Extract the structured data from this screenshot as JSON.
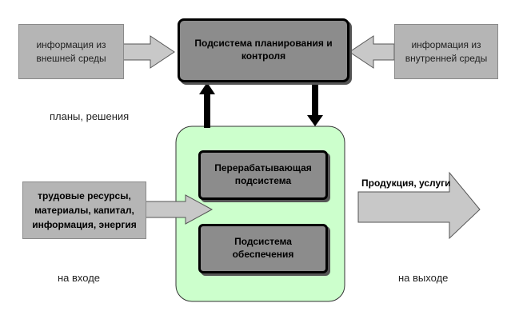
{
  "diagram": {
    "external_info": "информация из\nвнешней среды",
    "internal_info": "информация из\nвнутренней среды",
    "planning_control": "Подсистема планирования и\nконтроля",
    "plans_decisions": "планы, решения",
    "processing": "Перерабатывающая\nподсистема",
    "support": "Подсистема\nобеспечения",
    "inputs": "трудовые ресурсы,\nматериалы, капитал,\nинформация, энергия",
    "output_label": "Продукция, услуги",
    "at_input": "на входе",
    "at_output": "на выходе"
  }
}
